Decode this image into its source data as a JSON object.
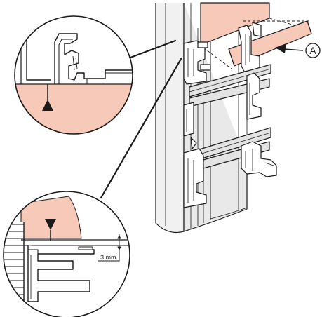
{
  "labels": {
    "component_callout": "A",
    "gap_dimension": "3 mm"
  },
  "colors": {
    "outline": "#1a1a1a",
    "panel_fill": "#f6c9b9",
    "background": "#ffffff",
    "cabinet_gray": "#e9e9e9",
    "shadow_gray": "#c8c8c8",
    "wall_hatch": "#1a1a1a"
  },
  "icons": {
    "insertion_arrow": "solid-triangle-arrow-up",
    "alignment_arrow": "solid-triangle-arrow-down",
    "direction_arrow": "solid-arrow-pointing-left"
  }
}
